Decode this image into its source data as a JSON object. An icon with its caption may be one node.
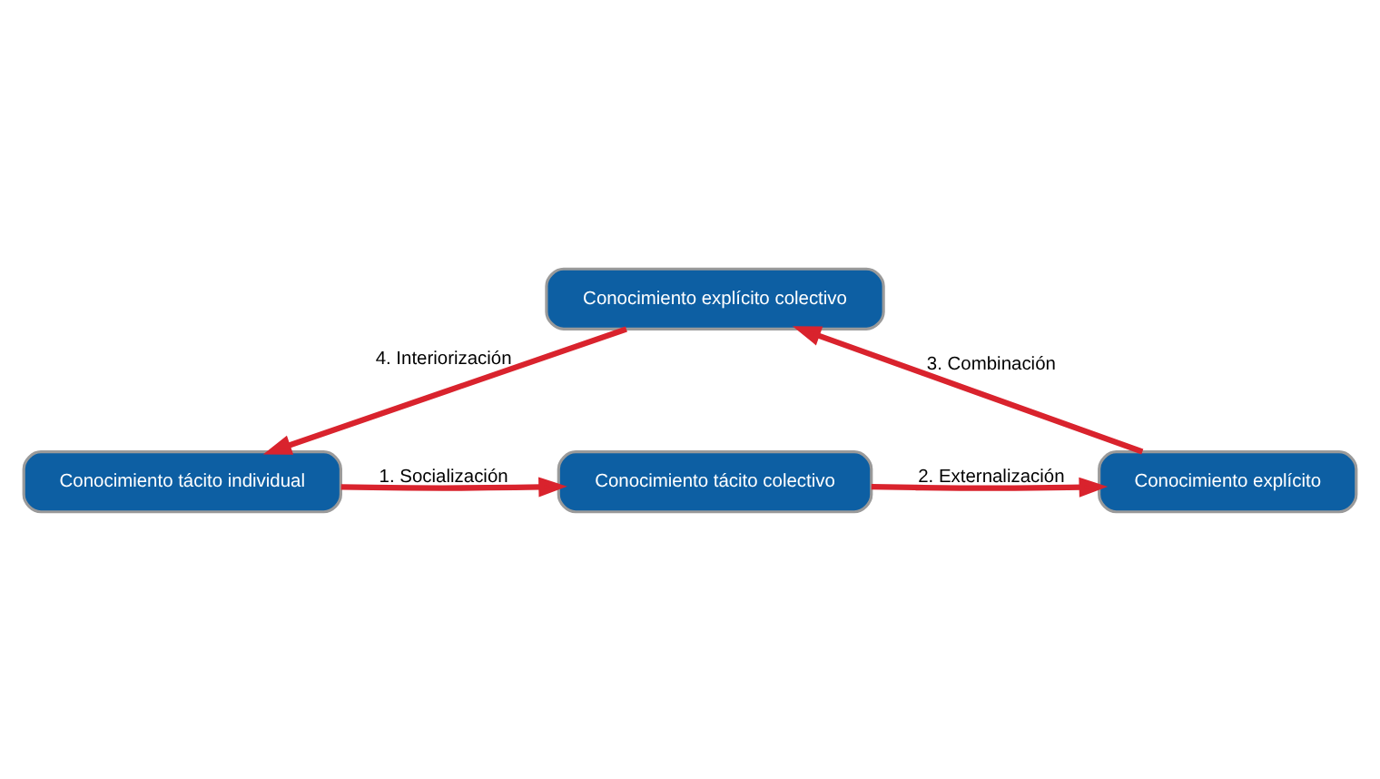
{
  "diagram": {
    "nodes": [
      {
        "text": [
          "Conocimiento tácito colectivo"
        ]
      },
      {
        "text": [
          "Conocimiento explícito"
        ]
      },
      {
        "text": [
          "Conocimiento explícito colectivo"
        ]
      },
      {
        "text": [
          "Conocimiento tácito individual"
        ]
      }
    ],
    "edges": [
      {
        "from": 3,
        "to": 0,
        "arrow": "to",
        "label": "1. Socialización"
      },
      {
        "from": 0,
        "to": 1,
        "arrow": "to",
        "label": "2. Externalización"
      },
      {
        "from": 1,
        "to": 2,
        "arrow": "to",
        "label": "3. Combinación"
      },
      {
        "from": 2,
        "to": 3,
        "arrow": "to",
        "label": "4. Interiorización"
      }
    ]
  }
}
